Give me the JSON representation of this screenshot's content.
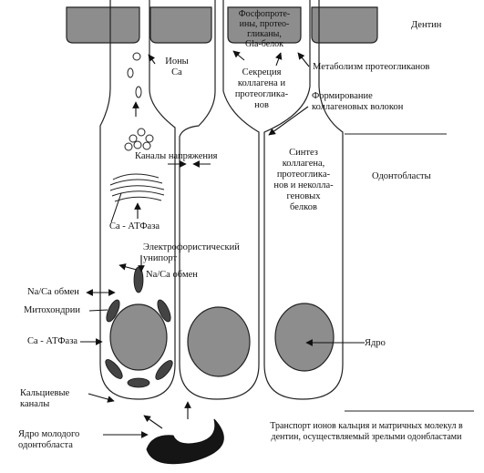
{
  "labels": {
    "dentin": "Дентин",
    "odontoblasts": "Одонтобласты",
    "nucleus": "Ядро",
    "ca_ions": "Ионы\nCa",
    "phosphoproteins": "Фосфопроте-\nины, протео-\nгликаны,\nGla-белок",
    "collagen_secretion": "Секреция\nколлагена и\nпротеогликa-\nнов",
    "proteoglycan_metabolism": "Метаболизм протеогликанов",
    "collagen_fiber_formation": "Формирование\nколлагеновых волокон",
    "voltage_channels": "Каналы напряжения",
    "synthesis": "Синтез\nколлагена,\nпротеогликa-\nнов и неколла-\nгеновых\nбелков",
    "ca_atpase_upper": "Ca - АТФаза",
    "electrophoretic_uniport": "Электрофористический\nунипорт",
    "na_ca_exchange_inner": "Na/Ca обмен",
    "na_ca_exchange_left": "Na/Ca обмен",
    "mitochondria": "Митохондрии",
    "ca_atpase_left": "Ca - АТФаза",
    "calcium_channels": "Кальциевые\nканалы",
    "young_odontoblast_nucleus": "Ядро молодого\nодонтобласта",
    "transport_caption": "Транспорт ионов кальция и матричных молекул в\nдентин, осуществляемый зрелыми одонбластами"
  }
}
